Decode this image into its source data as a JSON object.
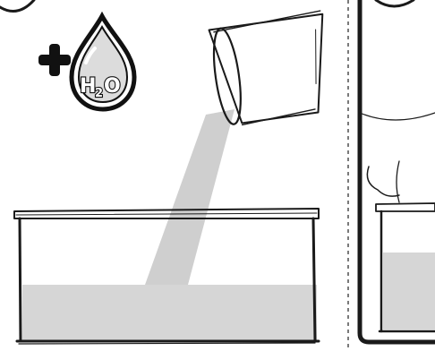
{
  "badge": {
    "plus_symbol": "+",
    "chemical": {
      "element": "H",
      "subscript": "2",
      "second": "O"
    },
    "icon": "water-drop-icon"
  },
  "colors": {
    "ink": "#1a1a1a",
    "water": "#d6d6d6",
    "stream": "#cfcfcf",
    "background": "#ffffff"
  },
  "scene": {
    "panels": 2,
    "action": "pouring-water",
    "icons": [
      "cup-icon",
      "container-icon",
      "water-drop-icon"
    ]
  }
}
